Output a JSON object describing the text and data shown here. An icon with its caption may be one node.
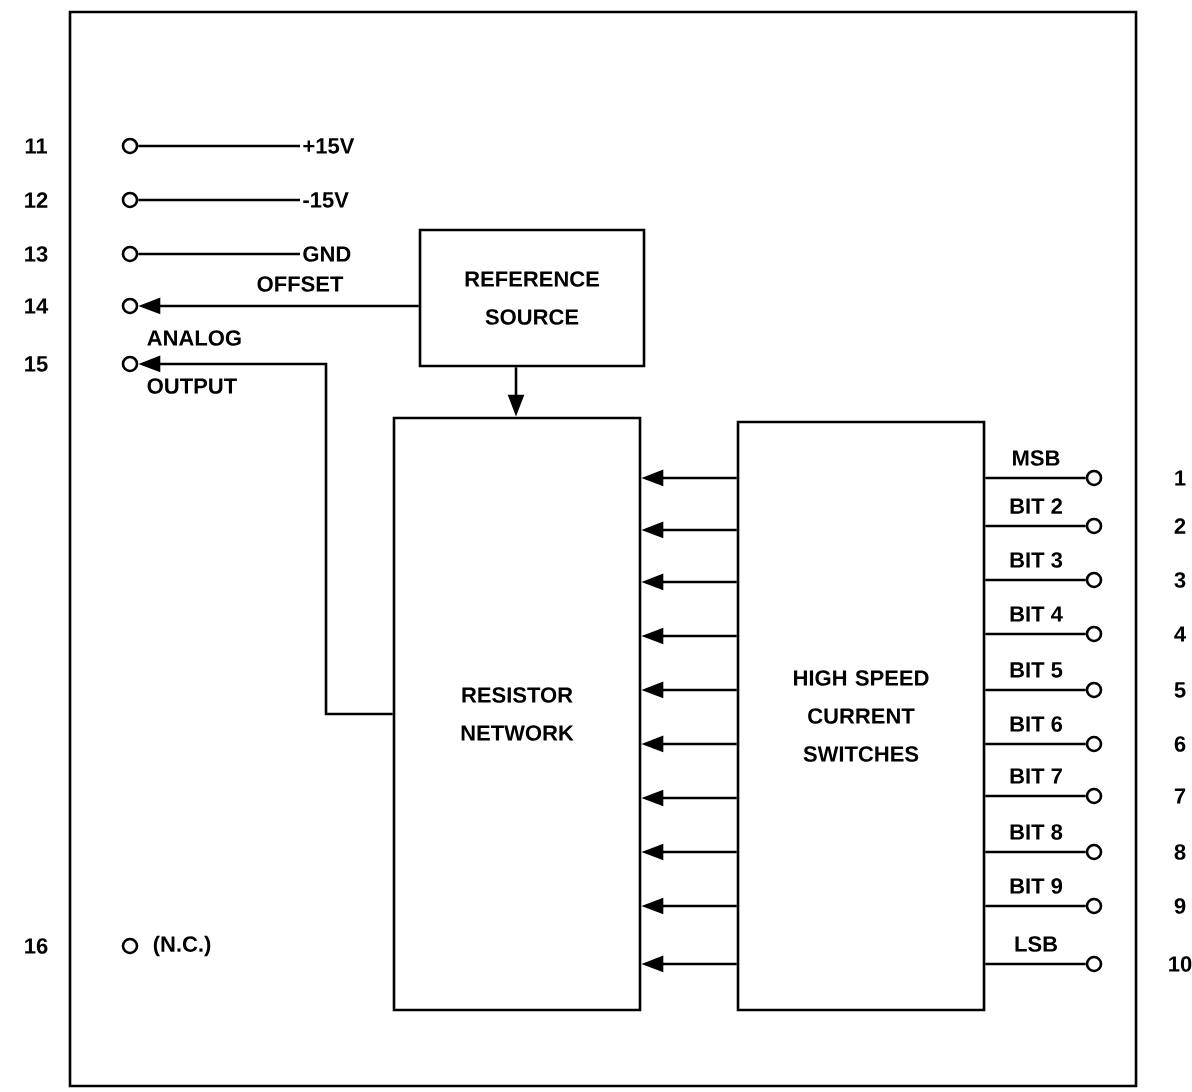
{
  "diagram": {
    "nodes": [
      {
        "text": [],
        "shape": "circle"
      },
      {
        "text": [
          "+15V"
        ]
      },
      {
        "text": [],
        "shape": "circle"
      },
      {
        "text": [
          "-15V"
        ]
      },
      {
        "text": [],
        "shape": "circle"
      },
      {
        "text": [
          "GND"
        ]
      },
      {
        "text": [],
        "shape": "circle"
      },
      {
        "text": [],
        "shape": "circle"
      },
      {
        "text": [
          "REFERENCE SOURCE"
        ]
      },
      {
        "text": [
          "RESISTOR NETWORK"
        ]
      },
      {
        "text": [
          "HIGH SPEED CURRENT SWITCHES"
        ]
      },
      {
        "text": [],
        "shape": "circle"
      },
      {
        "text": [],
        "shape": "circle"
      },
      {
        "text": [],
        "shape": "circle"
      },
      {
        "text": [],
        "shape": "circle"
      },
      {
        "text": [],
        "shape": "circle"
      },
      {
        "text": [],
        "shape": "circle"
      },
      {
        "text": [],
        "shape": "circle"
      },
      {
        "text": [],
        "shape": "circle"
      },
      {
        "text": [],
        "shape": "circle"
      },
      {
        "text": [],
        "shape": "circle"
      },
      {
        "text": [],
        "shape": "circle",
        "beside": [
          "(N.C.)"
        ]
      }
    ],
    "edges": [
      {
        "from": 0,
        "to": 1,
        "arrow": "none"
      },
      {
        "from": 2,
        "to": 3,
        "arrow": "none"
      },
      {
        "from": 4,
        "to": 5,
        "arrow": "none"
      },
      {
        "from": 8,
        "to": 6,
        "arrow": "to",
        "label": "OFFSET"
      },
      {
        "from": 9,
        "to": 7,
        "arrow": "to",
        "label": "ANALOG OUTPUT"
      },
      {
        "from": 8,
        "to": 9,
        "arrow": "to"
      },
      {
        "from": 10,
        "to": 9,
        "arrow": "to"
      },
      {
        "from": 10,
        "to": 9,
        "arrow": "to"
      },
      {
        "from": 10,
        "to": 9,
        "arrow": "to"
      },
      {
        "from": 10,
        "to": 9,
        "arrow": "to"
      },
      {
        "from": 10,
        "to": 9,
        "arrow": "to"
      },
      {
        "from": 10,
        "to": 9,
        "arrow": "to"
      },
      {
        "from": 10,
        "to": 9,
        "arrow": "to"
      },
      {
        "from": 10,
        "to": 9,
        "arrow": "to"
      },
      {
        "from": 10,
        "to": 9,
        "arrow": "to"
      },
      {
        "from": 10,
        "to": 9,
        "arrow": "to"
      },
      {
        "from": 10,
        "to": 11,
        "arrow": "none",
        "label": "MSB"
      },
      {
        "from": 10,
        "to": 12,
        "arrow": "none",
        "label": "BIT 2"
      },
      {
        "from": 10,
        "to": 13,
        "arrow": "none",
        "label": "BIT 3"
      },
      {
        "from": 10,
        "to": 14,
        "arrow": "none",
        "label": "BIT 4"
      },
      {
        "from": 10,
        "to": 15,
        "arrow": "none",
        "label": "BIT 5"
      },
      {
        "from": 10,
        "to": 16,
        "arrow": "none",
        "label": "BIT 6"
      },
      {
        "from": 10,
        "to": 17,
        "arrow": "none",
        "label": "BIT 7"
      },
      {
        "from": 10,
        "to": 18,
        "arrow": "none",
        "label": "BIT 8"
      },
      {
        "from": 10,
        "to": 19,
        "arrow": "none",
        "label": "BIT 9"
      },
      {
        "from": 10,
        "to": 20,
        "arrow": "none",
        "label": "LSB"
      }
    ],
    "labels": [
      "11",
      "12",
      "13",
      "14",
      "15",
      "1",
      "2",
      "3",
      "4",
      "5",
      "6",
      "7",
      "8",
      "9",
      "10",
      "16"
    ]
  }
}
